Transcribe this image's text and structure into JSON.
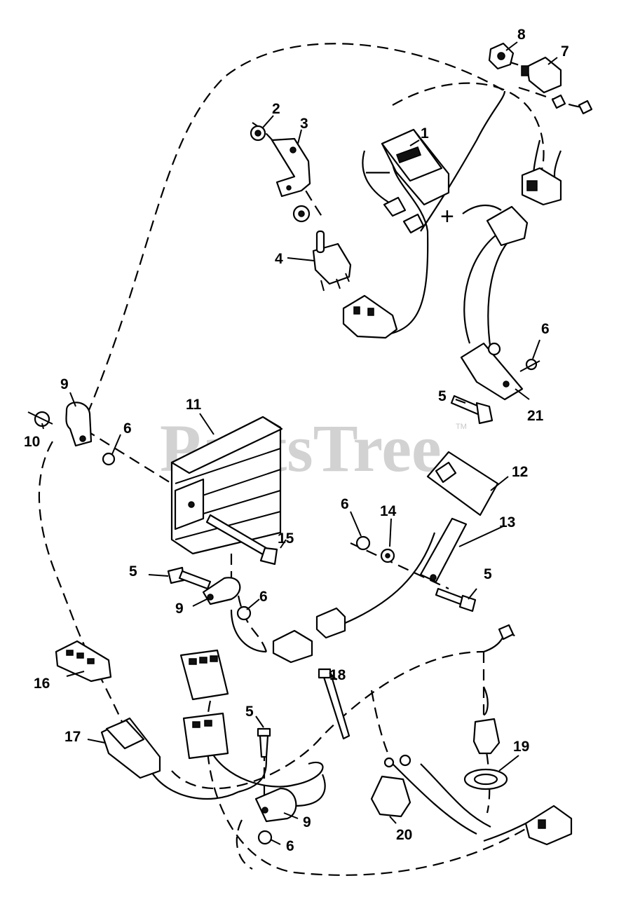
{
  "watermark": {
    "text": "PartsTree",
    "trademark": "TM"
  },
  "meter_signs": {
    "minus": "—",
    "plus": "+"
  },
  "callouts": [
    {
      "id": "c1",
      "label": "1"
    },
    {
      "id": "c2",
      "label": "2"
    },
    {
      "id": "c3",
      "label": "3"
    },
    {
      "id": "c4",
      "label": "4"
    },
    {
      "id": "c5a",
      "label": "5"
    },
    {
      "id": "c5b",
      "label": "5"
    },
    {
      "id": "c5c",
      "label": "5"
    },
    {
      "id": "c5d",
      "label": "5"
    },
    {
      "id": "c6a",
      "label": "6"
    },
    {
      "id": "c6b",
      "label": "6"
    },
    {
      "id": "c6c",
      "label": "6"
    },
    {
      "id": "c6d",
      "label": "6"
    },
    {
      "id": "c6e",
      "label": "6"
    },
    {
      "id": "c7",
      "label": "7"
    },
    {
      "id": "c8",
      "label": "8"
    },
    {
      "id": "c9a",
      "label": "9"
    },
    {
      "id": "c9b",
      "label": "9"
    },
    {
      "id": "c9c",
      "label": "9"
    },
    {
      "id": "c10",
      "label": "10"
    },
    {
      "id": "c11",
      "label": "11"
    },
    {
      "id": "c12",
      "label": "12"
    },
    {
      "id": "c13",
      "label": "13"
    },
    {
      "id": "c14",
      "label": "14"
    },
    {
      "id": "c15",
      "label": "15"
    },
    {
      "id": "c16",
      "label": "16"
    },
    {
      "id": "c17",
      "label": "17"
    },
    {
      "id": "c18",
      "label": "18"
    },
    {
      "id": "c19",
      "label": "19"
    },
    {
      "id": "c20",
      "label": "20"
    },
    {
      "id": "c21",
      "label": "21"
    }
  ]
}
